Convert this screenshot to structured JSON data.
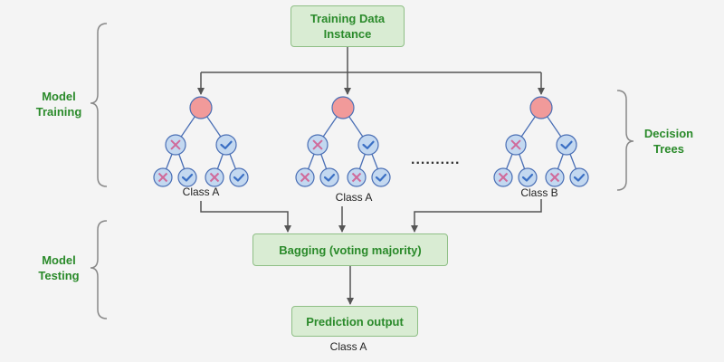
{
  "nodes": {
    "training_data": [
      "Training Data",
      "Instance"
    ],
    "bagging": "Bagging (voting majority)",
    "prediction": "Prediction output"
  },
  "side_labels": {
    "model_training": [
      "Model",
      "Training"
    ],
    "model_testing": [
      "Model",
      "Testing"
    ],
    "decision_trees": [
      "Decision",
      "Trees"
    ]
  },
  "tree_results": [
    "Class A",
    "Class A",
    "Class B"
  ],
  "final_result": "Class A",
  "ellipsis": "..........",
  "colors": {
    "box_fill": "#d9ecd3",
    "box_border": "#8fbf86",
    "label_green": "#2a8a2a",
    "root_node": "#f19a9a",
    "leaf_node": "#c3d8f0",
    "node_border": "#4a6fb5",
    "cross_mark": "#d06a9a",
    "check_mark": "#3a6fc4",
    "line": "#555555"
  },
  "icons": [
    "cross-icon",
    "check-icon"
  ]
}
